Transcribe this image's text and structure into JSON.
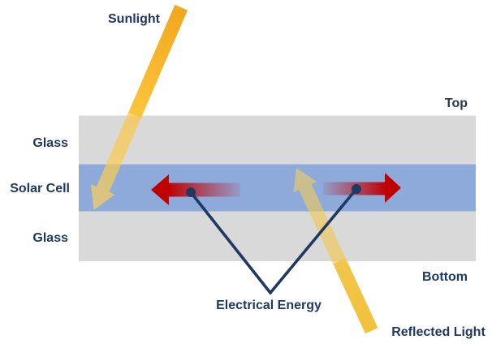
{
  "diagram": {
    "labels": {
      "sunlight": "Sunlight",
      "top": "Top",
      "bottom": "Bottom",
      "glass_top": "Glass",
      "solar_cell": "Solar Cell",
      "glass_bottom": "Glass",
      "electrical_energy": "Electrical Energy",
      "reflected_light": "Reflected Light"
    },
    "colors": {
      "label_text": "#1f3864",
      "glass_layer": "#d9d9d9",
      "solar_cell_layer": "#8eaadb",
      "current_arrow_red": "#c00000",
      "connector_navy": "#1f3864",
      "sunbeam_top": "#f2a51b",
      "sunbeam_mid": "#fbc33a",
      "sunbeam_bottom": "#ffd35b",
      "reflected_beam_solid": "#f3c13a",
      "reflected_beam_tip": "#eecd60"
    }
  }
}
